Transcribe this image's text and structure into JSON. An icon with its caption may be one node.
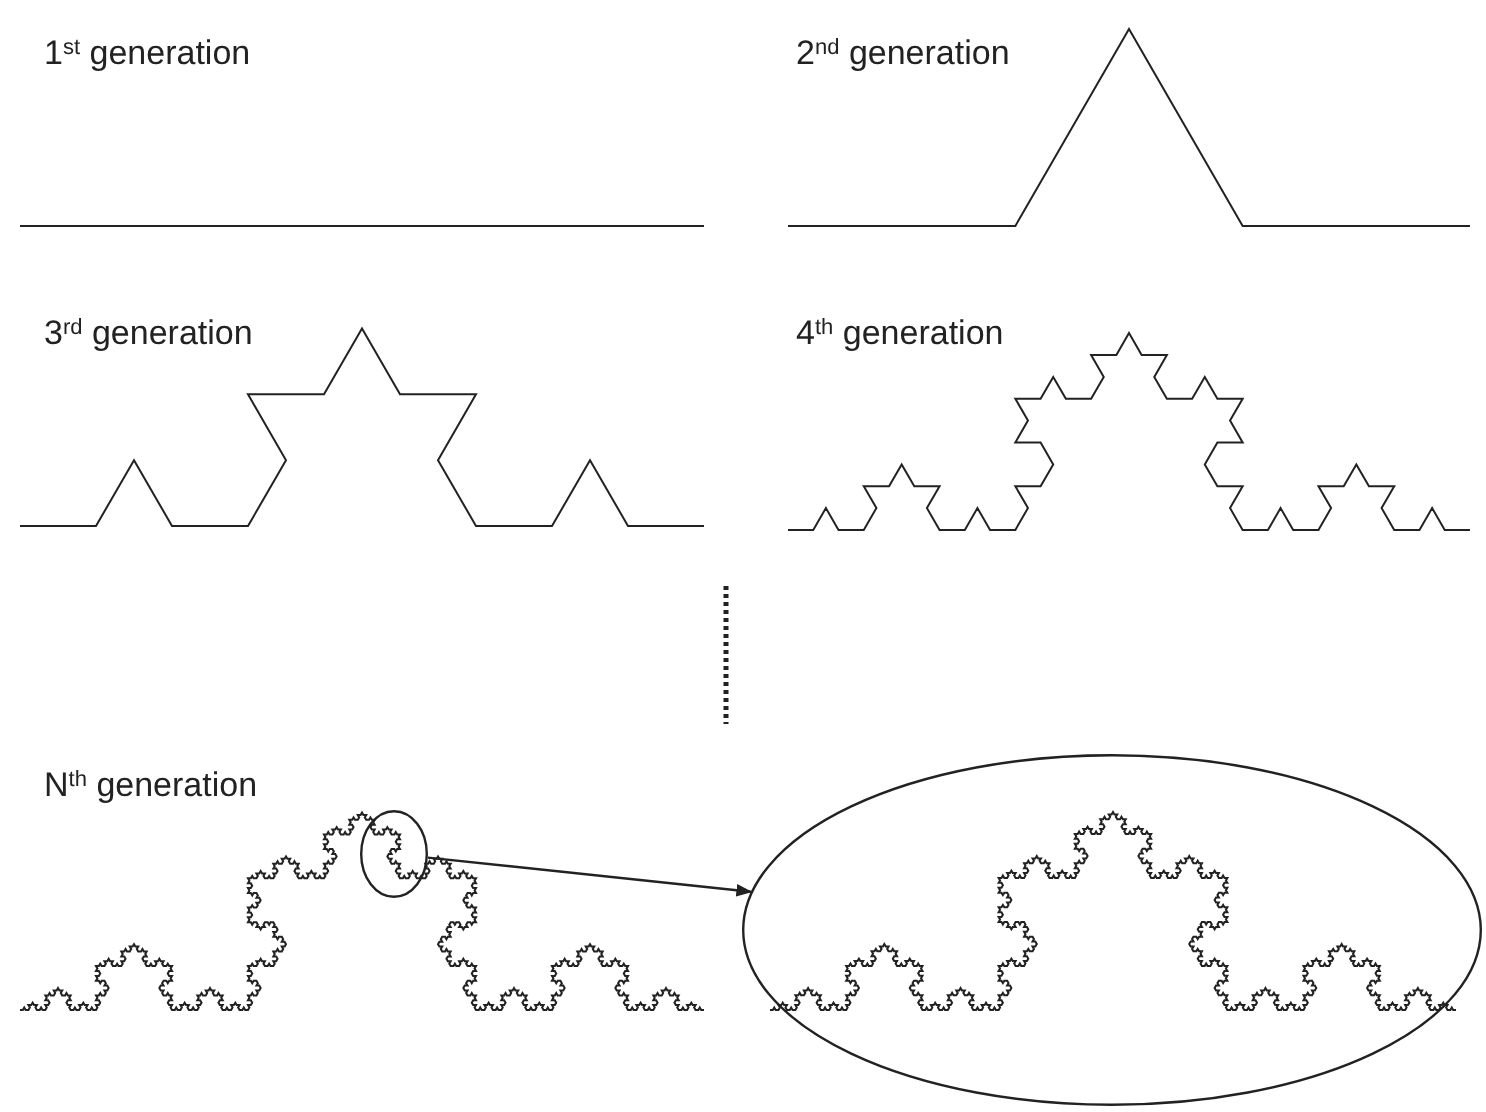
{
  "diagram": {
    "nodes": [
      {
        "text": [],
        "shape": "circle"
      },
      {
        "text": [],
        "shape": "circle"
      }
    ],
    "edges": [
      {
        "from": 0,
        "to": 1,
        "arrow": "to"
      }
    ],
    "labels": [
      "1$^{st}$ generation",
      "2$^{nd}$ generation",
      "3$^{rd}$ generation",
      "4$^{th}$ generation",
      "N$^{th}$ generation"
    ]
  }
}
